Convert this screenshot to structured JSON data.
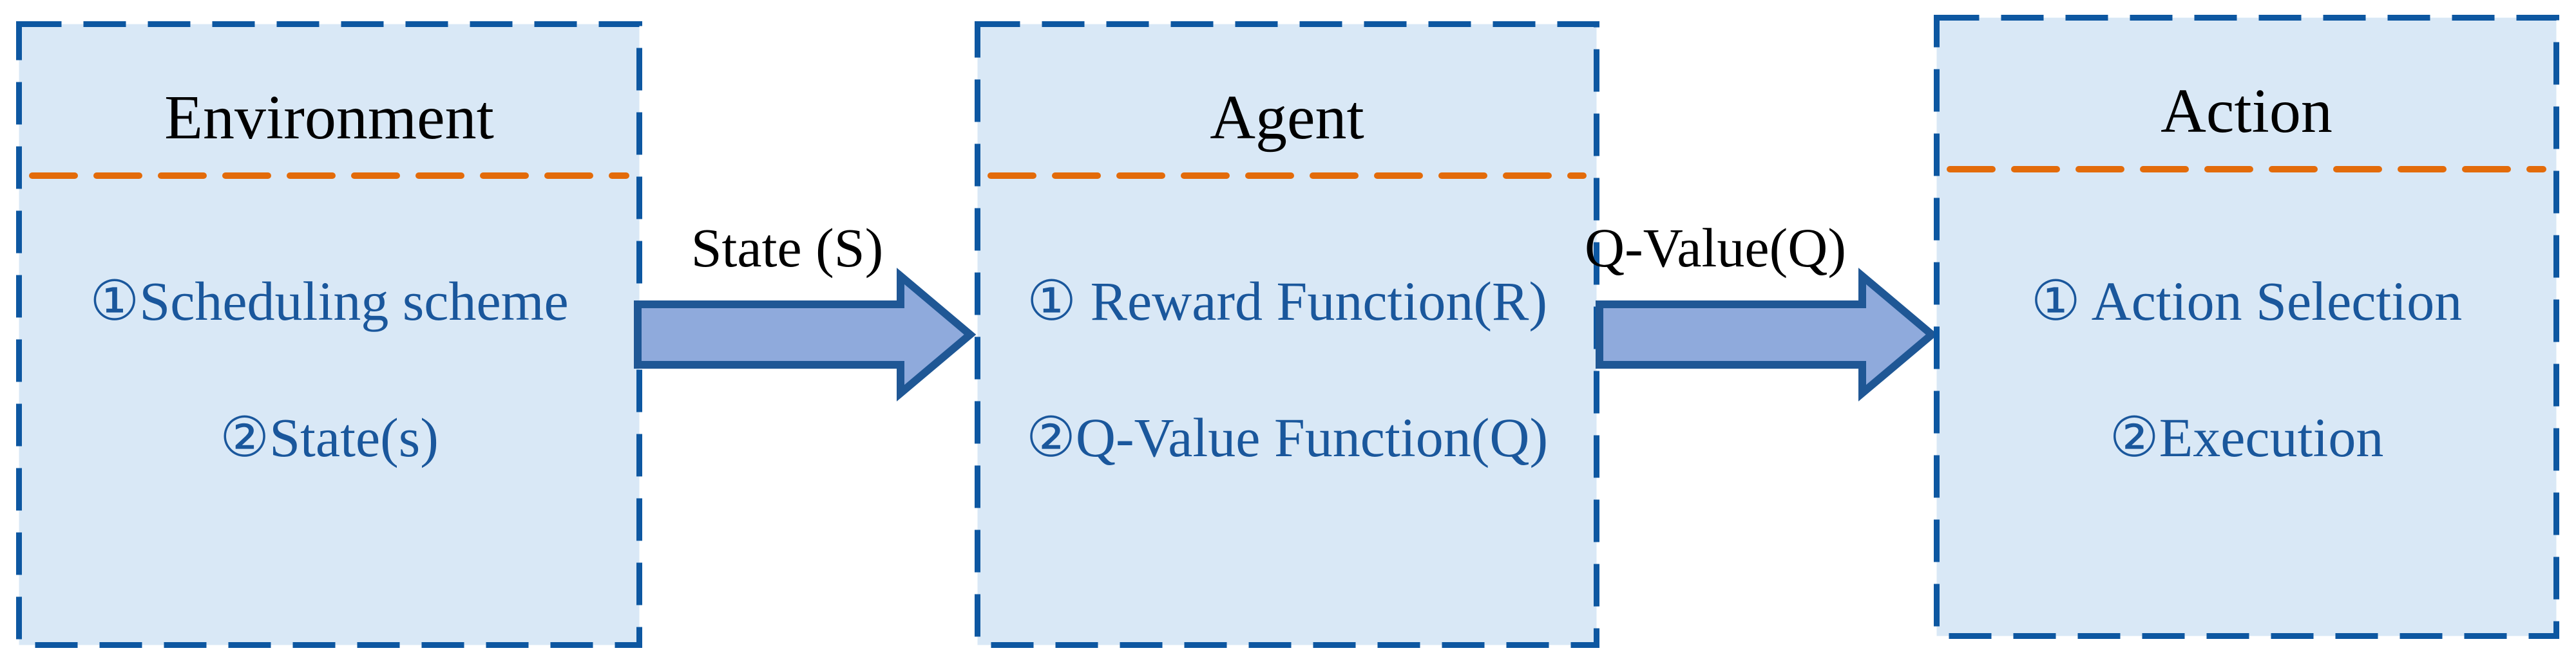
{
  "diagram": {
    "boxes": [
      {
        "title": "Environment",
        "items": [
          "①Scheduling scheme",
          "②State(s)"
        ]
      },
      {
        "title": "Agent",
        "items": [
          "① Reward Function(R)",
          "②Q-Value Function(Q)"
        ]
      },
      {
        "title": "Action",
        "items": [
          "① Action Selection",
          "②Execution"
        ]
      }
    ],
    "arrows": [
      {
        "label": "State (S)"
      },
      {
        "label": "Q-Value(Q)"
      }
    ],
    "colors": {
      "box_fill": "#d9e8f6",
      "box_border_blue": "#0d57a1",
      "divider_orange": "#e36b0a",
      "arrow_fill": "#8faadc",
      "arrow_border": "#1f5795",
      "item_text_blue": "#1a579c",
      "title_text": "#000000",
      "background": "#ffffff"
    }
  }
}
